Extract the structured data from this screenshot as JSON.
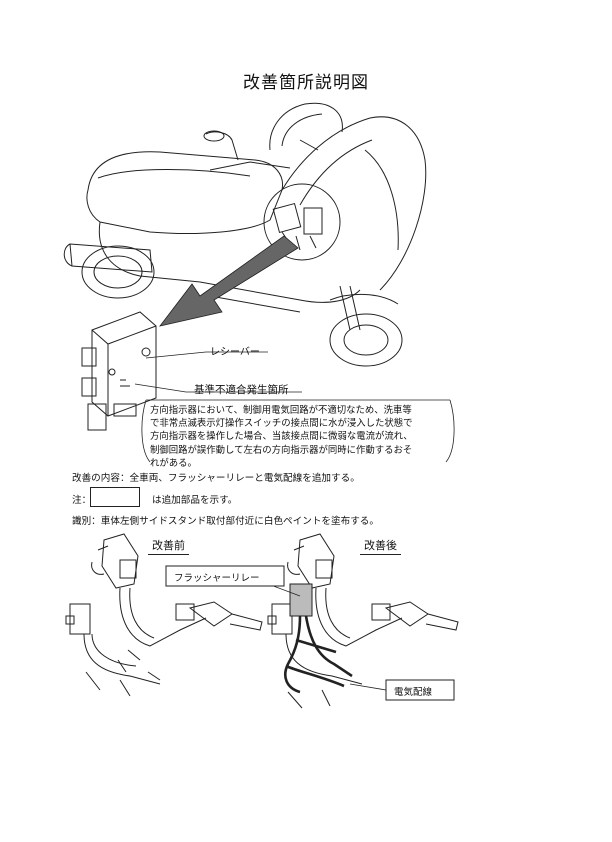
{
  "title": "改善箇所説明図",
  "top_figure": {
    "receiver_label": "レシーバー",
    "defect_label": "基準不適合発生箇所",
    "defect_note": [
      "方向指示器において、制御用電気回路が不適切なため、洗車等",
      "で非常点滅表示灯操作スイッチの接点間に水が浸入した状態で",
      "方向指示器を操作した場合、当該接点間に微弱な電流が流れ、",
      "制御回路が誤作動して左右の方向指示器が同時に作動するおそ",
      "れがある。"
    ]
  },
  "details": {
    "content_line": "改善の内容：全車両、フラッシャーリレーと電気配線を追加する。",
    "note_prefix": "注：",
    "note_suffix": "は追加部品を示す。",
    "identification_line": "識別：車体左側サイドスタンド取付部付近に白色ペイントを塗布する。"
  },
  "bottom_figure": {
    "before_label": "改善前",
    "after_label": "改善後",
    "relay_label": "フラッシャーリレー",
    "wiring_label": "電気配線"
  }
}
